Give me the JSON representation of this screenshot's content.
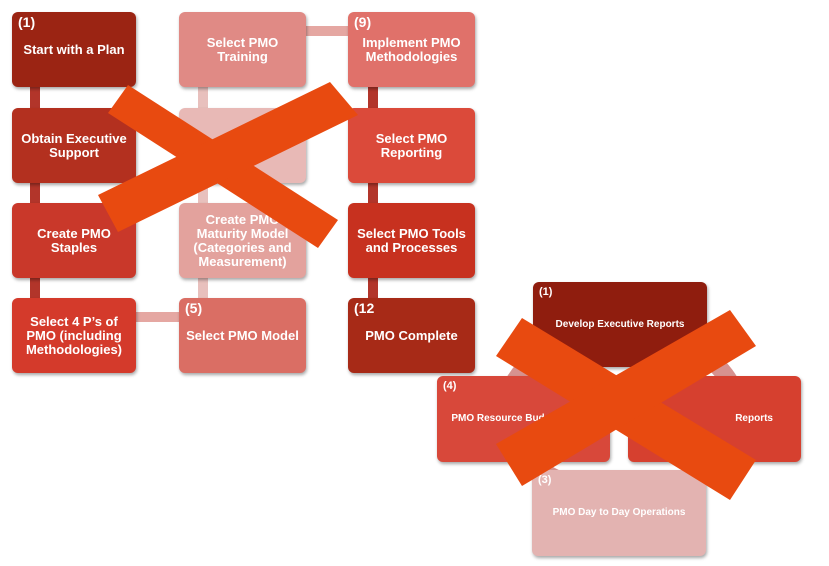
{
  "flow": {
    "boxes": [
      {
        "num": "(1)",
        "label": "Start with a Plan"
      },
      {
        "num": "",
        "label": "Obtain Executive Support"
      },
      {
        "num": "",
        "label": "Create PMO Staples"
      },
      {
        "num": "",
        "label": "Select 4 P’s of PMO (including Methodologies)"
      },
      {
        "num": "(5)",
        "label": "Select PMO Model"
      },
      {
        "num": "",
        "label": "Create PMO Maturity Model (Categories and Measurement)"
      },
      {
        "num": "",
        "label": ""
      },
      {
        "num": "",
        "label": "Select PMO Training"
      },
      {
        "num": "(9)",
        "label": "Implement PMO Methodologies"
      },
      {
        "num": "",
        "label": "Select PMO Reporting"
      },
      {
        "num": "",
        "label": "Select PMO Tools and Processes"
      },
      {
        "num": "(12",
        "label": "PMO Complete"
      }
    ]
  },
  "cycle": {
    "items": [
      {
        "num": "(1)",
        "label": "Develop Executive Reports"
      },
      {
        "num": "",
        "label": "Reports"
      },
      {
        "num": "(3)",
        "label": "PMO Day to Day Operations"
      },
      {
        "num": "(4)",
        "label": "PMO Resource Budget"
      }
    ]
  },
  "colors": {
    "dark_red": "#9b2413",
    "red": "#d43a2b",
    "light_red": "#d9665a",
    "pale": "#e3b3b1",
    "cross": "#e84a10"
  }
}
